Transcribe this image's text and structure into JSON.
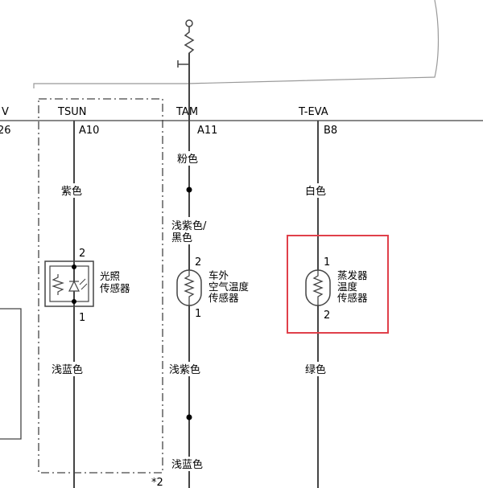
{
  "connector_edge": {
    "left_label": "V",
    "left_pin": "26"
  },
  "branches": [
    {
      "terminal": "TSUN",
      "pin": "A10",
      "wire_top": "紫色",
      "wire_bottom": "浅蓝色",
      "sensor_pin_top": "2",
      "sensor_pin_bottom": "1",
      "sensor_name": [
        "光照",
        "传感器"
      ]
    },
    {
      "terminal": "TAM",
      "pin": "A11",
      "wire_top": "粉色",
      "wire_mid": [
        "浅紫色/",
        "黑色"
      ],
      "wire_bottom": "浅紫色",
      "wire_bottom2": "浅蓝色",
      "sensor_pin_top": "2",
      "sensor_pin_bottom": "1",
      "sensor_name": [
        "车外",
        "空气温度",
        "传感器"
      ]
    },
    {
      "terminal": "T-EVA",
      "pin": "B8",
      "wire_top": "白色",
      "wire_bottom": "绿色",
      "sensor_pin_top": "1",
      "sensor_pin_bottom": "2",
      "sensor_name": [
        "蒸发器",
        "温度",
        "传感器"
      ]
    }
  ],
  "footnote": "*2",
  "highlight_color": "#e0404a"
}
